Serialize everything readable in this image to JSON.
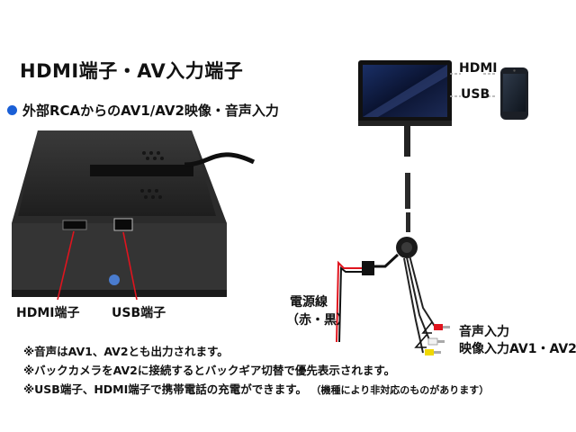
{
  "title": "HDMI端子・AV入力端子",
  "subtitle": "外部RCAからのAV1/AV2映像・音声入力",
  "labels": {
    "hdmi_port": "HDMI端子",
    "usb_port": "USB端子",
    "monitor_hdmi": "HDMI",
    "monitor_usb": "USB",
    "power_line": "電源線",
    "power_line_colors": "（赤・黒）",
    "audio_input": "音声入力",
    "video_input": "映像入力AV1・AV2"
  },
  "notes": [
    {
      "text": "※音声はAV1、AV2とも出力されます。",
      "small": ""
    },
    {
      "text": "※バックカメラをAV2に接続するとバックギア切替で優先表示されます。",
      "small": ""
    },
    {
      "text": "※USB端子、HDMI端子で携帯電話の充電ができます。",
      "small": "（機種により非対応のものがあります）"
    }
  ],
  "colors": {
    "bullet": "#1a5fd6",
    "leader_line": "#e0141e",
    "cable_red": "#e0141e",
    "cable_white": "#f2f2f2",
    "cable_yellow": "#f0d800"
  }
}
